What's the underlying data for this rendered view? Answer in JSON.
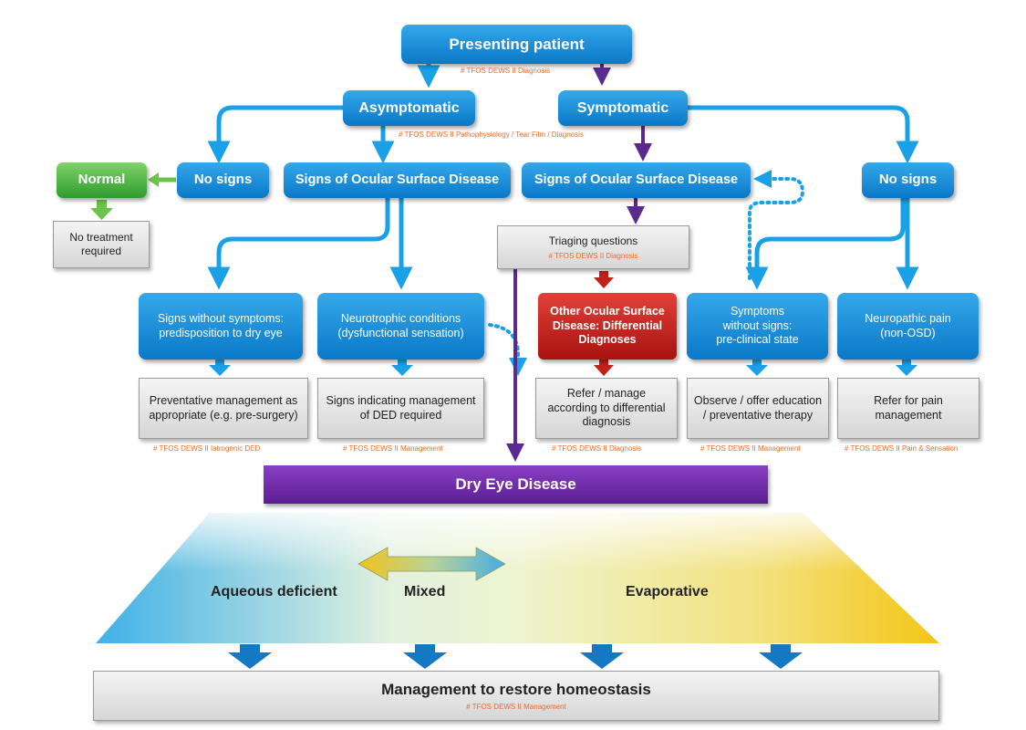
{
  "nodes": {
    "presenting": "Presenting patient",
    "asymptomatic": "Asymptomatic",
    "symptomatic": "Symptomatic",
    "normal": "Normal",
    "no_treatment": "No treatment required",
    "no_signs_left": "No signs",
    "signs_osd_left": "Signs of Ocular Surface Disease",
    "signs_osd_right": "Signs of Ocular Surface Disease",
    "no_signs_right": "No signs",
    "triaging": "Triaging questions",
    "signs_without_symptoms": "Signs without symptoms: predisposition to dry eye",
    "neurotrophic": "Neurotrophic conditions (dysfunctional sensation)",
    "other_osd": "Other Ocular Surface Disease: Differential Diagnoses",
    "symptoms_without_signs": "Symptoms without signs: pre-clinical state",
    "neuropathic": "Neuropathic pain (non-OSD)",
    "preventative": "Preventative management as appropriate (e.g. pre-surgery)",
    "signs_indicating": "Signs indicating management of DED required",
    "refer_manage": "Refer / manage according to differential diagnosis",
    "observe": "Observe / offer education / preventative therapy",
    "refer_pain": "Refer for pain management",
    "dry_eye": "Dry Eye Disease",
    "aqueous": "Aqueous deficient",
    "mixed": "Mixed",
    "evaporative": "Evaporative",
    "management": "Management to restore homeostasis"
  },
  "refs": {
    "diagnosis_top": "# TFOS DEWS II Diagnosis",
    "patho": "# TFOS DEWS II Pathophysiology / Tear Film / Diagnosis",
    "triage": "# TFOS DEWS II Diagnosis",
    "iatrogenic": "# TFOS DEWS II Iatrogenic DED",
    "management1": "# TFOS DEWS II Management",
    "diagnosis2": "# TFOS DEWS II Diagnosis",
    "management2": "# TFOS DEWS II Management",
    "pain": "# TFOS DEWS II Pain & Sensation",
    "management_bottom": "# TFOS DEWS II Management"
  },
  "colors": {
    "blue_arrow": "#1aa0e6",
    "purple_arrow": "#5b2a91",
    "green_arrow": "#6cc24a",
    "red_arrow": "#c0201a",
    "ref_text": "#f06b2a"
  }
}
